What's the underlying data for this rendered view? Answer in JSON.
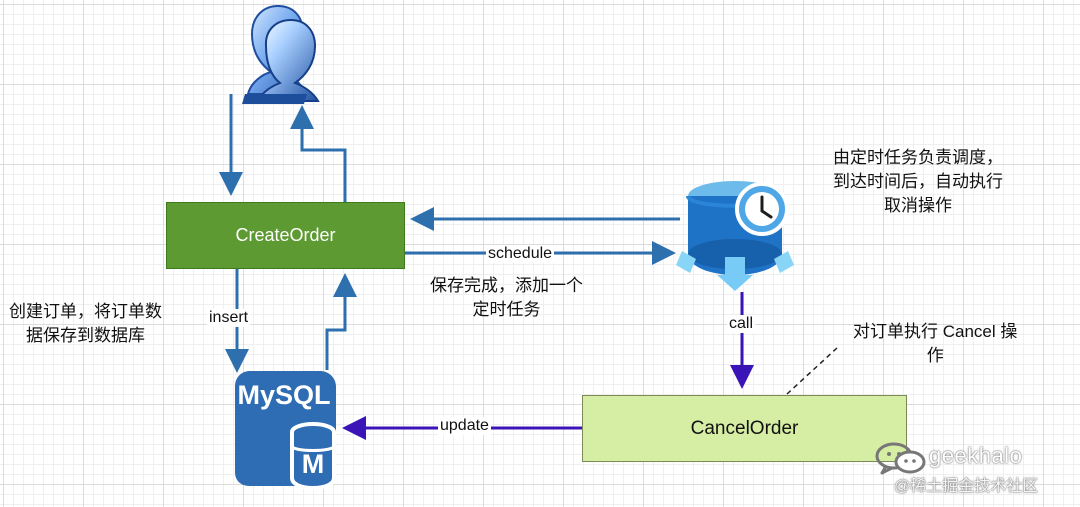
{
  "nodes": {
    "create_order": "CreateOrder",
    "cancel_order": "CancelOrder",
    "mysql": "MySQL",
    "mysql_badge": "M"
  },
  "edges": {
    "schedule": "schedule",
    "insert": "insert",
    "call": "call",
    "update": "update"
  },
  "notes": {
    "create_note": [
      "创建订单，将订单数",
      "据保存到数据库"
    ],
    "schedule_note": [
      "保存完成，添加一个",
      "定时任务"
    ],
    "scheduler_note": [
      "由定时任务负责调度，",
      "到达时间后，自动执行",
      "取消操作"
    ],
    "cancel_note": [
      "对订单执行 Cancel 操",
      "作"
    ]
  },
  "watermark": {
    "name": "geekhalo",
    "site": "@稀土掘金技术社区"
  },
  "colors": {
    "create_fill": "#5d9a31",
    "cancel_fill": "#d6eda4",
    "blue_arrow": "#2e6fae",
    "purple_arrow": "#3b14b8",
    "database": "#2e6cb3",
    "scheduler": "#2372c3"
  },
  "icons": {
    "users": "users-icon",
    "database": "mysql-database-icon",
    "scheduler": "scheduled-task-icon",
    "wechat": "wechat-icon"
  }
}
